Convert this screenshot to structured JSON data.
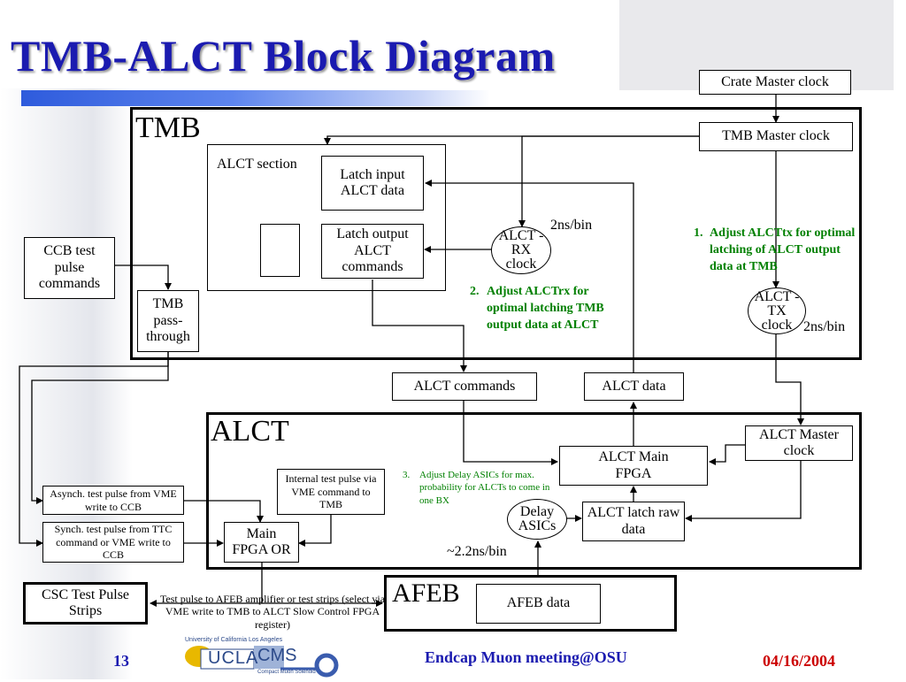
{
  "title": "TMB-ALCT Block Diagram",
  "tmb": {
    "label": "TMB",
    "alct_section": "ALCT section"
  },
  "alct": {
    "label": "ALCT"
  },
  "afeb": {
    "label": "AFEB",
    "data": "AFEB data"
  },
  "boxes": {
    "crate_master_clock": "Crate Master clock",
    "tmb_master_clock": "TMB Master clock",
    "latch_input": "Latch input ALCT data",
    "latch_output": "Latch output ALCT commands",
    "ccb": "CCB test pulse commands",
    "tmb_pass": "TMB pass-through",
    "alct_commands": "ALCT commands",
    "alct_data": "ALCT data",
    "alct_master_clock": "ALCT Master clock",
    "alct_main_fpga": "ALCT Main FPGA",
    "alct_latch_raw": "ALCT latch raw data",
    "internal_test_pulse": "Internal test pulse via VME command to TMB",
    "async_pulse": "Asynch. test pulse from VME write to CCB",
    "sync_pulse": "Synch. test pulse from TTC command or VME write to CCB",
    "main_fpga_or": "Main FPGA OR",
    "csc_test": "CSC Test Pulse Strips"
  },
  "ellipses": {
    "alct_rx": "ALCT -RX clock",
    "alct_tx": "ALCT -TX clock",
    "delay_asics": "Delay ASICs"
  },
  "annotations": {
    "rx_bin": "2ns/bin",
    "tx_bin": "2ns/bin",
    "delay_bin": "~2.2ns/bin",
    "note1_num": "1.",
    "note1": "Adjust ALCTtx for optimal latching of ALCT output data at TMB",
    "note2_num": "2.",
    "note2": "Adjust ALCTrx for optimal latching TMB output data at ALCT",
    "note3_num": "3.",
    "note3": "Adjust Delay ASICs for max. probability for ALCTs to come in one BX",
    "csc_pulse_note": "Test pulse to AFEB amplifier or test strips (select via VME write to TMB to ALCT Slow Control FPGA register)"
  },
  "footer": {
    "page": "13",
    "meeting": "Endcap Muon meeting@OSU",
    "date": "04/16/2004",
    "logo_ucla_top": "University of California Los Angeles",
    "logo_ucla": "UCLA",
    "logo_cms": "CMS",
    "logo_cms_sub": "Compact Muon Solenoid"
  },
  "colors": {
    "title": "#1b1bb0",
    "notes": "#008000",
    "date": "#cc0000",
    "title_bar": "#2e5bdc"
  }
}
